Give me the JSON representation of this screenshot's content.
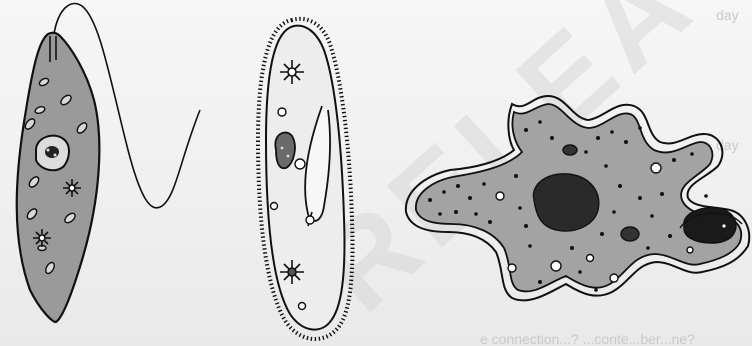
{
  "figure": {
    "watermark": {
      "text": "RELEASED",
      "color": "#d8d8d8"
    },
    "page_fragments": {
      "right_top": "day",
      "right_mid": "day",
      "bottom": "e connection...? ...conte...ber...ne?"
    },
    "organisms": [
      {
        "name": "euglena",
        "cytoplasm_color": "#9a9a9a"
      },
      {
        "name": "paramecium",
        "cytoplasm_color": "#ededed"
      },
      {
        "name": "amoeba",
        "cytoplasm_color": "#a3a3a3"
      }
    ]
  }
}
